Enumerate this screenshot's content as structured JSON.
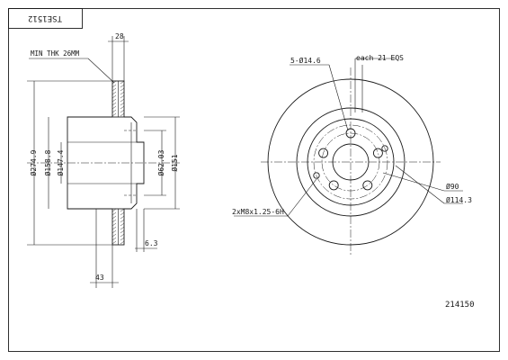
{
  "title_box": {
    "code": "TSE1512"
  },
  "part_number": "214150",
  "side_view": {
    "min_thickness": "MIN THK 26MM",
    "thickness": "28",
    "outer_diameter": "Ø274.9",
    "pilot_diameter": "Ø158.8",
    "hub_diameter": "Ø147.4",
    "center_bore": "Ø62.03",
    "hat_diameter": "Ø151",
    "hat_offset": "6.3",
    "overall_height": "43"
  },
  "front_view": {
    "bolt_holes": "5-Ø14.6",
    "spacing": "each 21 EQS",
    "thread_holes": "2xM8x1.25-6H",
    "pcd_inner": "Ø90",
    "pcd_outer": "Ø114.3"
  }
}
